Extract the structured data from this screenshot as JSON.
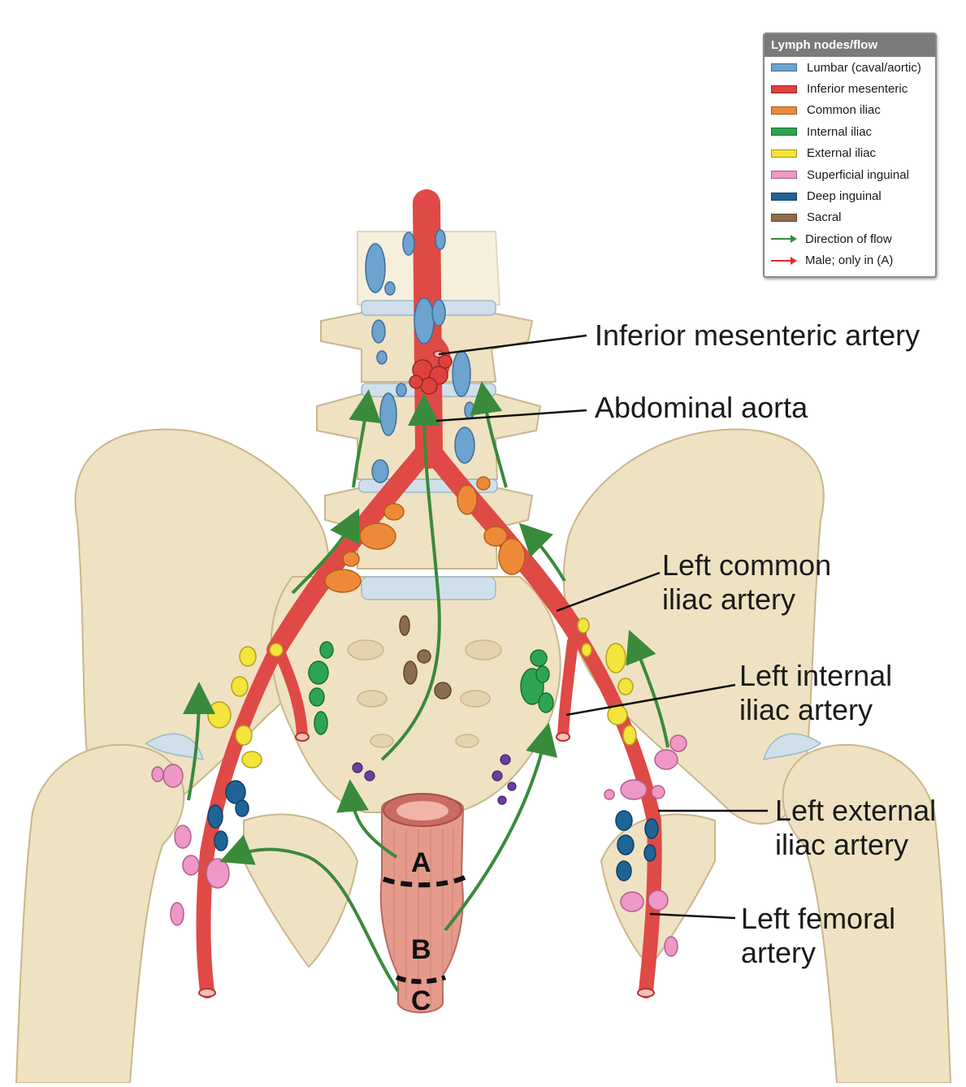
{
  "legend": {
    "title": "Lymph nodes/flow",
    "items": [
      {
        "label": "Lumbar (caval/aortic)",
        "color": "#6ea3cf",
        "kind": "swatch",
        "icon": "lumbar-swatch"
      },
      {
        "label": "Inferior mesenteric",
        "color": "#e0413e",
        "kind": "swatch",
        "icon": "inferior-mesenteric-swatch"
      },
      {
        "label": "Common iliac",
        "color": "#ee8a37",
        "kind": "swatch",
        "icon": "common-iliac-swatch"
      },
      {
        "label": "Internal iliac",
        "color": "#2ea552",
        "kind": "swatch",
        "icon": "internal-iliac-swatch"
      },
      {
        "label": "External iliac",
        "color": "#f4e43b",
        "kind": "swatch",
        "icon": "external-iliac-swatch"
      },
      {
        "label": "Superficial inguinal",
        "color": "#ef97c6",
        "kind": "swatch",
        "icon": "superficial-inguinal-swatch"
      },
      {
        "label": "Deep inguinal",
        "color": "#1f6497",
        "kind": "swatch",
        "icon": "deep-inguinal-swatch"
      },
      {
        "label": "Sacral",
        "color": "#8c6c4e",
        "kind": "swatch",
        "icon": "sacral-swatch"
      },
      {
        "label": "Direction of flow",
        "color": "#3a8a3c",
        "kind": "arrow",
        "icon": "green-arrow-icon"
      },
      {
        "label": "Male; only in (A)",
        "color": "#e02a2a",
        "kind": "arrow",
        "icon": "red-arrow-icon"
      }
    ]
  },
  "labels": {
    "inferior_mesenteric_artery": "Inferior mesenteric artery",
    "abdominal_aorta": "Abdominal aorta",
    "left_common_iliac": [
      "Left common",
      "iliac artery"
    ],
    "left_internal_iliac": [
      "Left internal",
      "iliac artery"
    ],
    "left_external_iliac": [
      "Left external",
      "iliac artery"
    ],
    "left_femoral": [
      "Left femoral",
      "artery"
    ]
  },
  "segments": {
    "a": "A",
    "b": "B",
    "c": "C"
  },
  "colors": {
    "bone": "#efe2c2",
    "bone_edge": "#c9b68c",
    "disc": "#cfe0ea",
    "artery": "#df4a46",
    "artery_dark": "#b8312f",
    "rectum": "#e59a8c",
    "flow": "#3a8a3c",
    "leader": "#111111"
  }
}
